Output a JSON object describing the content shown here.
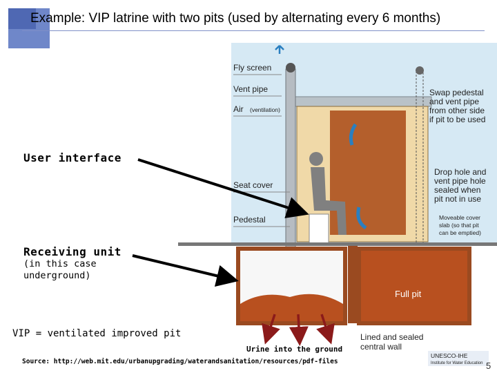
{
  "title": "Example: VIP latrine with two pits (used by alternating every 6 months)",
  "labels": {
    "user_interface": "User interface",
    "receiving_unit": "Receiving unit",
    "receiving_note_1": "(in this case",
    "receiving_note_2": "underground)",
    "vip_def": "VIP = ventilated improved pit",
    "urine": "Urine into the ground",
    "source": "Source: http://web.mit.edu/urbanupgrading/waterandsanitation/resources/pdf-files",
    "page_number": "5"
  },
  "diagram": {
    "fly_screen": "Fly screen",
    "vent_pipe": "Vent pipe",
    "air": "Air",
    "air_note": "(ventilation)",
    "seat_cover": "Seat cover",
    "pedestal": "Pedestal",
    "swap_1": "Swap pedestal",
    "swap_2": "and vent pipe",
    "swap_3": "from other side",
    "swap_4": "if pit to be used",
    "drop_1": "Drop hole and",
    "drop_2": "vent pipe hole",
    "drop_3": "sealed when",
    "drop_4": "pit not in use",
    "move_1": "Moveable cover",
    "move_2": "slab (so that pit",
    "move_3": "can be emptied)",
    "full_pit": "Full pit",
    "lined_1": "Lined and sealed",
    "lined_2": "central wall",
    "logo_1": "UNESCO-IHE",
    "logo_2": "Institute for Water Education"
  },
  "colors": {
    "title_accent": "#6f87c9",
    "wall": "#b45f2c",
    "sky": "#cfe5f2",
    "soil": "#b8501f",
    "arrow_red": "#8b1a1a"
  }
}
